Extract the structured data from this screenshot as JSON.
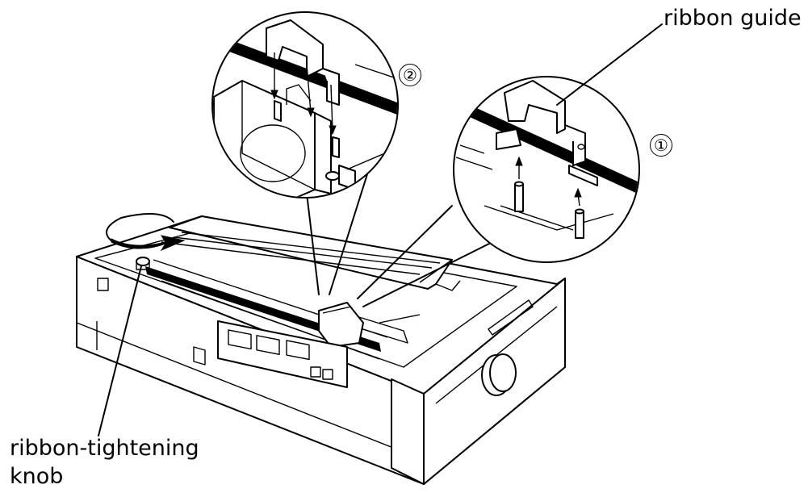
{
  "labels": {
    "ribbon_guide": "ribbon guide",
    "ribbon_tightening_knob_line1": "ribbon-tightening",
    "ribbon_tightening_knob_line2": "knob"
  },
  "steps": {
    "step1": "①",
    "step2": "②"
  },
  "colors": {
    "ink": "#000000",
    "paper": "#ffffff"
  }
}
